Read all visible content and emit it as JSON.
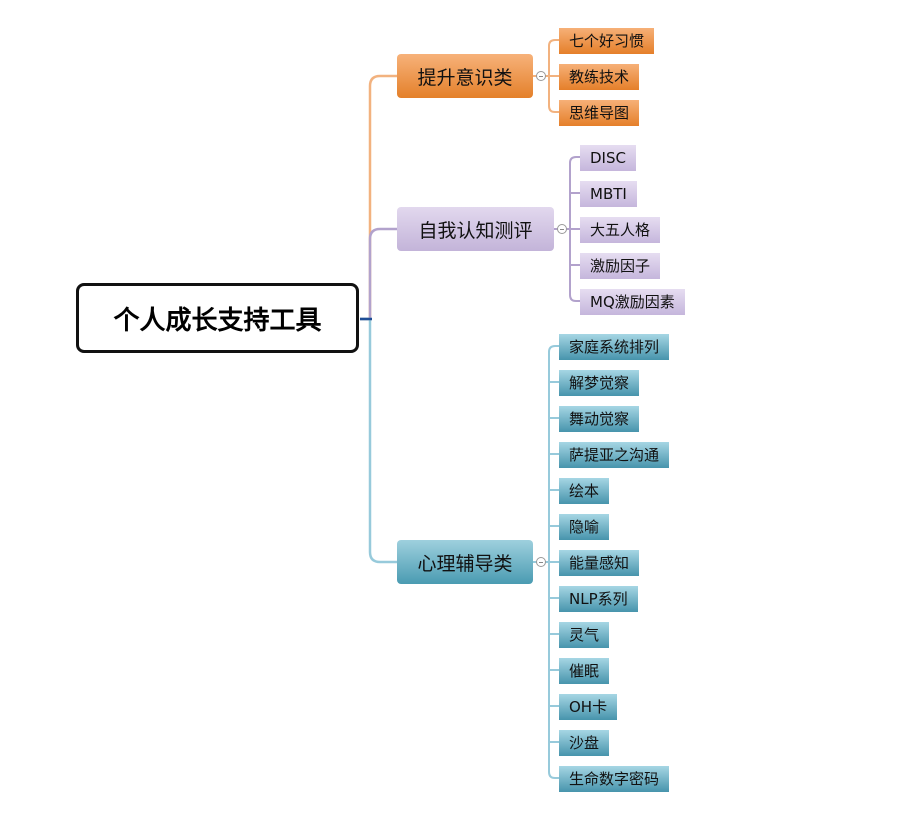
{
  "root": {
    "label": "个人成长支持工具"
  },
  "branches": [
    {
      "label": "提升意识类",
      "color": "#e8893a",
      "children": [
        "七个好习惯",
        "教练技术",
        "思维导图"
      ]
    },
    {
      "label": "自我认知测评",
      "color": "#a796c4",
      "children": [
        "DISC",
        "MBTI",
        "大五人格",
        "激励因子",
        "MQ激励因素"
      ]
    },
    {
      "label": "心理辅导类",
      "color": "#8cc3d6",
      "children": [
        "家庭系统排列",
        "解梦觉察",
        "舞动觉察",
        "萨提亚之沟通",
        "绘本",
        "隐喻",
        "能量感知",
        "NLP系列",
        "灵气",
        "催眠",
        "OH卡",
        "沙盘",
        "生命数字密码"
      ]
    }
  ],
  "icons": {
    "collapse": "collapse-minus-icon"
  }
}
